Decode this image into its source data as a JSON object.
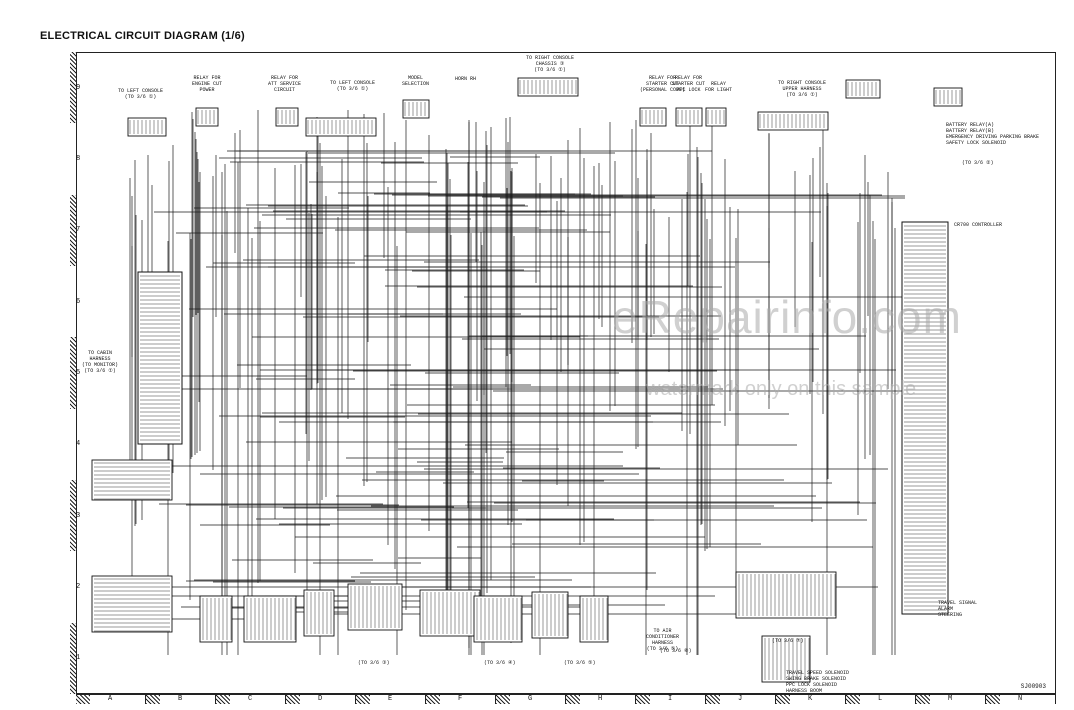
{
  "title": "ELECTRICAL CIRCUIT DIAGRAM (1/6)",
  "doc_number": "SJ00903",
  "watermark": [
    "eRepairinfo.com",
    "watermark only on this sample"
  ],
  "row_labels": [
    "9",
    "8",
    "7",
    "6",
    "5",
    "4",
    "3",
    "2",
    "1"
  ],
  "col_labels": [
    "A",
    "B",
    "C",
    "D",
    "E",
    "F",
    "G",
    "H",
    "I",
    "J",
    "K",
    "L",
    "M",
    "N"
  ],
  "notes": {
    "to_left_console_a": "TO LEFT CONSOLE\n(TO 3/6 ①)",
    "relay_engine_cut": "RELAY FOR\nENGINE CUT\nPOWER",
    "relay_att": "RELAY FOR\nATT SERVICE\nCIRCUIT",
    "to_left_console_b": "TO LEFT CONSOLE\n(TO 3/6 ①)",
    "model_selection": "MODEL\nSELECTION",
    "horn": "HORN RH",
    "to_right_console_harness": "TO RIGHT CONSOLE\nCHASSIS ③\n(TO 3/6 ①)",
    "relay_starter": "RELAY FOR\nSTARTER CUT\n(PERSONAL CODE)",
    "relay_ppc": "RELAY FOR\nSTARTER CUT\nPPC LOCK",
    "relay_light": "RELAY\nFOR LIGHT",
    "to_right_console_upper": "TO RIGHT CONSOLE\nUPPER HARNESS\n(TO 3/6 ①)",
    "battery_relays": "BATTERY RELAY(A)\nBATTERY RELAY(B)\nEMERGENCY DRIVING PARKING BRAKE\nSAFETY LOCK SOLENOID",
    "to_3_6_a": "(TO 3/6 ②)",
    "controller": "CR700 CONTROLLER",
    "to_cabin": "TO CABIN\nHARNESS\n(TO MONITOR)\n(TO 3/6 ①)",
    "to_air": "TO AIR\nCONDITIONER\nHARNESS\n(TO 3/6 ⑤)",
    "bottom_1": "(TO 3/6 ③)",
    "bottom_2": "(TO 3/6 ④)",
    "bottom_3": "(TO 3/6 ⑤)",
    "bottom_4": "(TO 3/6 ⑥)",
    "bottom_5": "(TO 3/6 ⑦)",
    "solenoids": "TRAVEL SPEED SOLENOID\nSWING BRAKE SOLENOID\nPPC LOCK SOLENOID\nHARNESS BOOM",
    "travel_signal": "TRAVEL SIGNAL\nALARM\nSTEERING"
  }
}
